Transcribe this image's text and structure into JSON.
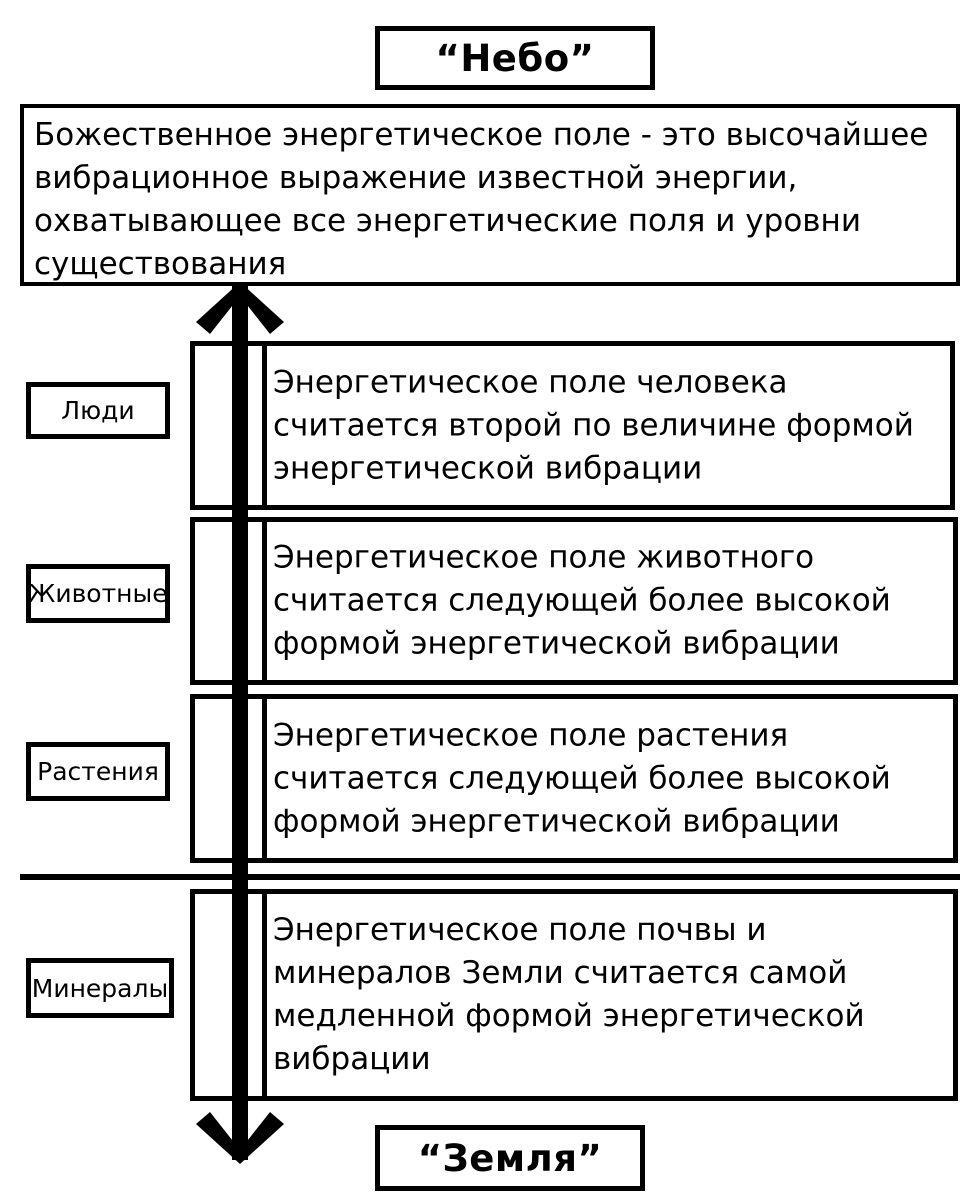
{
  "diagram": {
    "top_label": "“Небо”",
    "bottom_label": "“Земля”",
    "intro": {
      "lines": [
        "Божественное энергетическое поле - это высочайшее",
        "вибрационное выражение известной энергии,",
        "охватывающее все энергетические поля и уровни",
        "существования"
      ]
    },
    "rows": [
      {
        "label": "Люди",
        "lines": [
          "Энергетическое поле человека",
          "считается второй по величине формой",
          "энергетической вибрации"
        ]
      },
      {
        "label": "Животные",
        "lines": [
          "Энергетическое поле животного",
          "считается следующей более высокой",
          "формой энергетической вибрации"
        ]
      },
      {
        "label": "Растения",
        "lines": [
          "Энергетическое поле растения",
          "считается следующей более высокой",
          "формой энергетической вибрации"
        ]
      },
      {
        "label": "Минералы",
        "lines": [
          "Энергетическое поле почвы и",
          "минералов Земли считается самой",
          "медленной формой энергетической",
          "вибрации"
        ]
      }
    ],
    "arrow": {
      "name": "vertical-double-arrow",
      "direction": "up-down"
    },
    "colors": {
      "ink": "#000000",
      "paper": "#ffffff"
    }
  }
}
